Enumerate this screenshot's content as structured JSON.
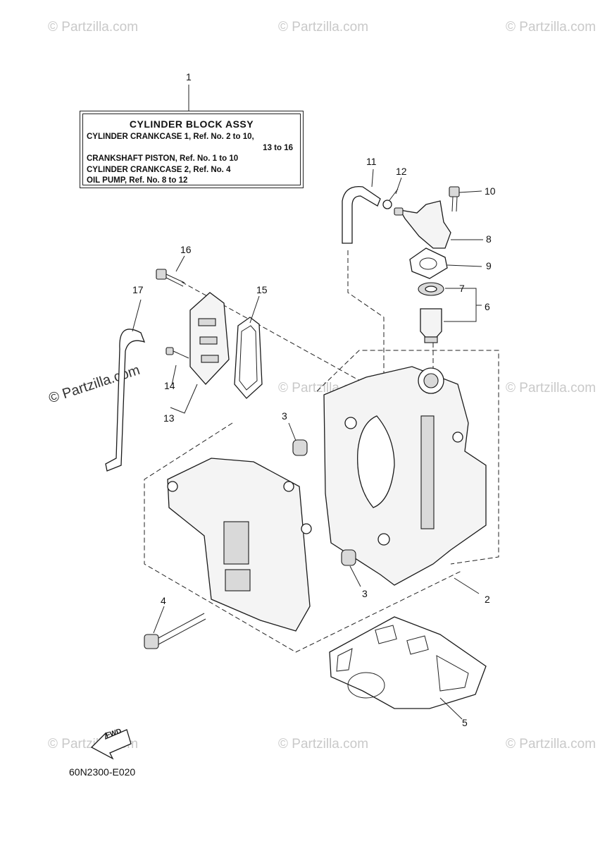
{
  "watermarks": {
    "text": "© Partzilla.com"
  },
  "label": {
    "title": "CYLINDER BLOCK ASSY",
    "line1": "CYLINDER CRANKCASE 1,  Ref. No. 2 to 10,",
    "line1b": "13  to  16",
    "line2": "CRANKSHAFT PISTON,  Ref. No. 1 to 10",
    "line3": "CYLINDER CRANKCASE 2,  Ref. No. 4",
    "line4": "OIL PUMP,  Ref. No. 8 to 12"
  },
  "callouts": {
    "c1": "1",
    "c2": "2",
    "c3a": "3",
    "c3b": "3",
    "c4": "4",
    "c5": "5",
    "c6": "6",
    "c7": "7",
    "c8": "8",
    "c9": "9",
    "c10": "10",
    "c11": "11",
    "c12": "12",
    "c13": "13",
    "c14": "14",
    "c15": "15",
    "c16": "16",
    "c17": "17"
  },
  "fwd_label": "FWD",
  "diagram_code": "60N2300-E020"
}
